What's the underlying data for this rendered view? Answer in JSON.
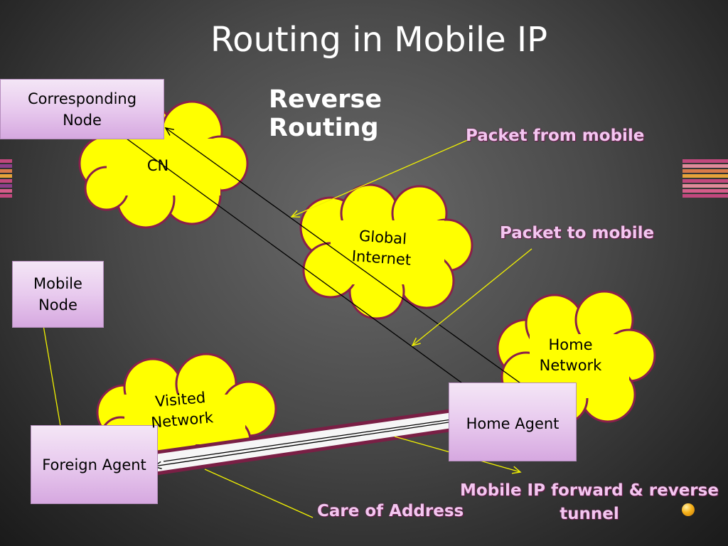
{
  "slide": {
    "title": "Routing in Mobile IP",
    "subtitle": "Reverse Routing"
  },
  "nodes": {
    "corresponding_node": "Corresponding\nNode",
    "mobile_node": "Mobile\nNode",
    "home_agent": "Home Agent",
    "foreign_agent": "Foreign Agent"
  },
  "clouds": {
    "cn": "CN",
    "global_internet": "Global\nInternet",
    "home_network": "Home\nNetwork",
    "visited_network": "Visited\nNetwork"
  },
  "callouts": {
    "packet_from_mobile": "Packet from mobile",
    "packet_to_mobile": "Packet to mobile",
    "tunnel": "Mobile IP forward & reverse\ntunnel",
    "care_of_address": "Care of Address"
  },
  "colors": {
    "cloud_fill": "#ffff00",
    "cloud_border": "#8a1f4a",
    "callout_text": "#f3c6f0",
    "callout_line": "#f2f200"
  }
}
